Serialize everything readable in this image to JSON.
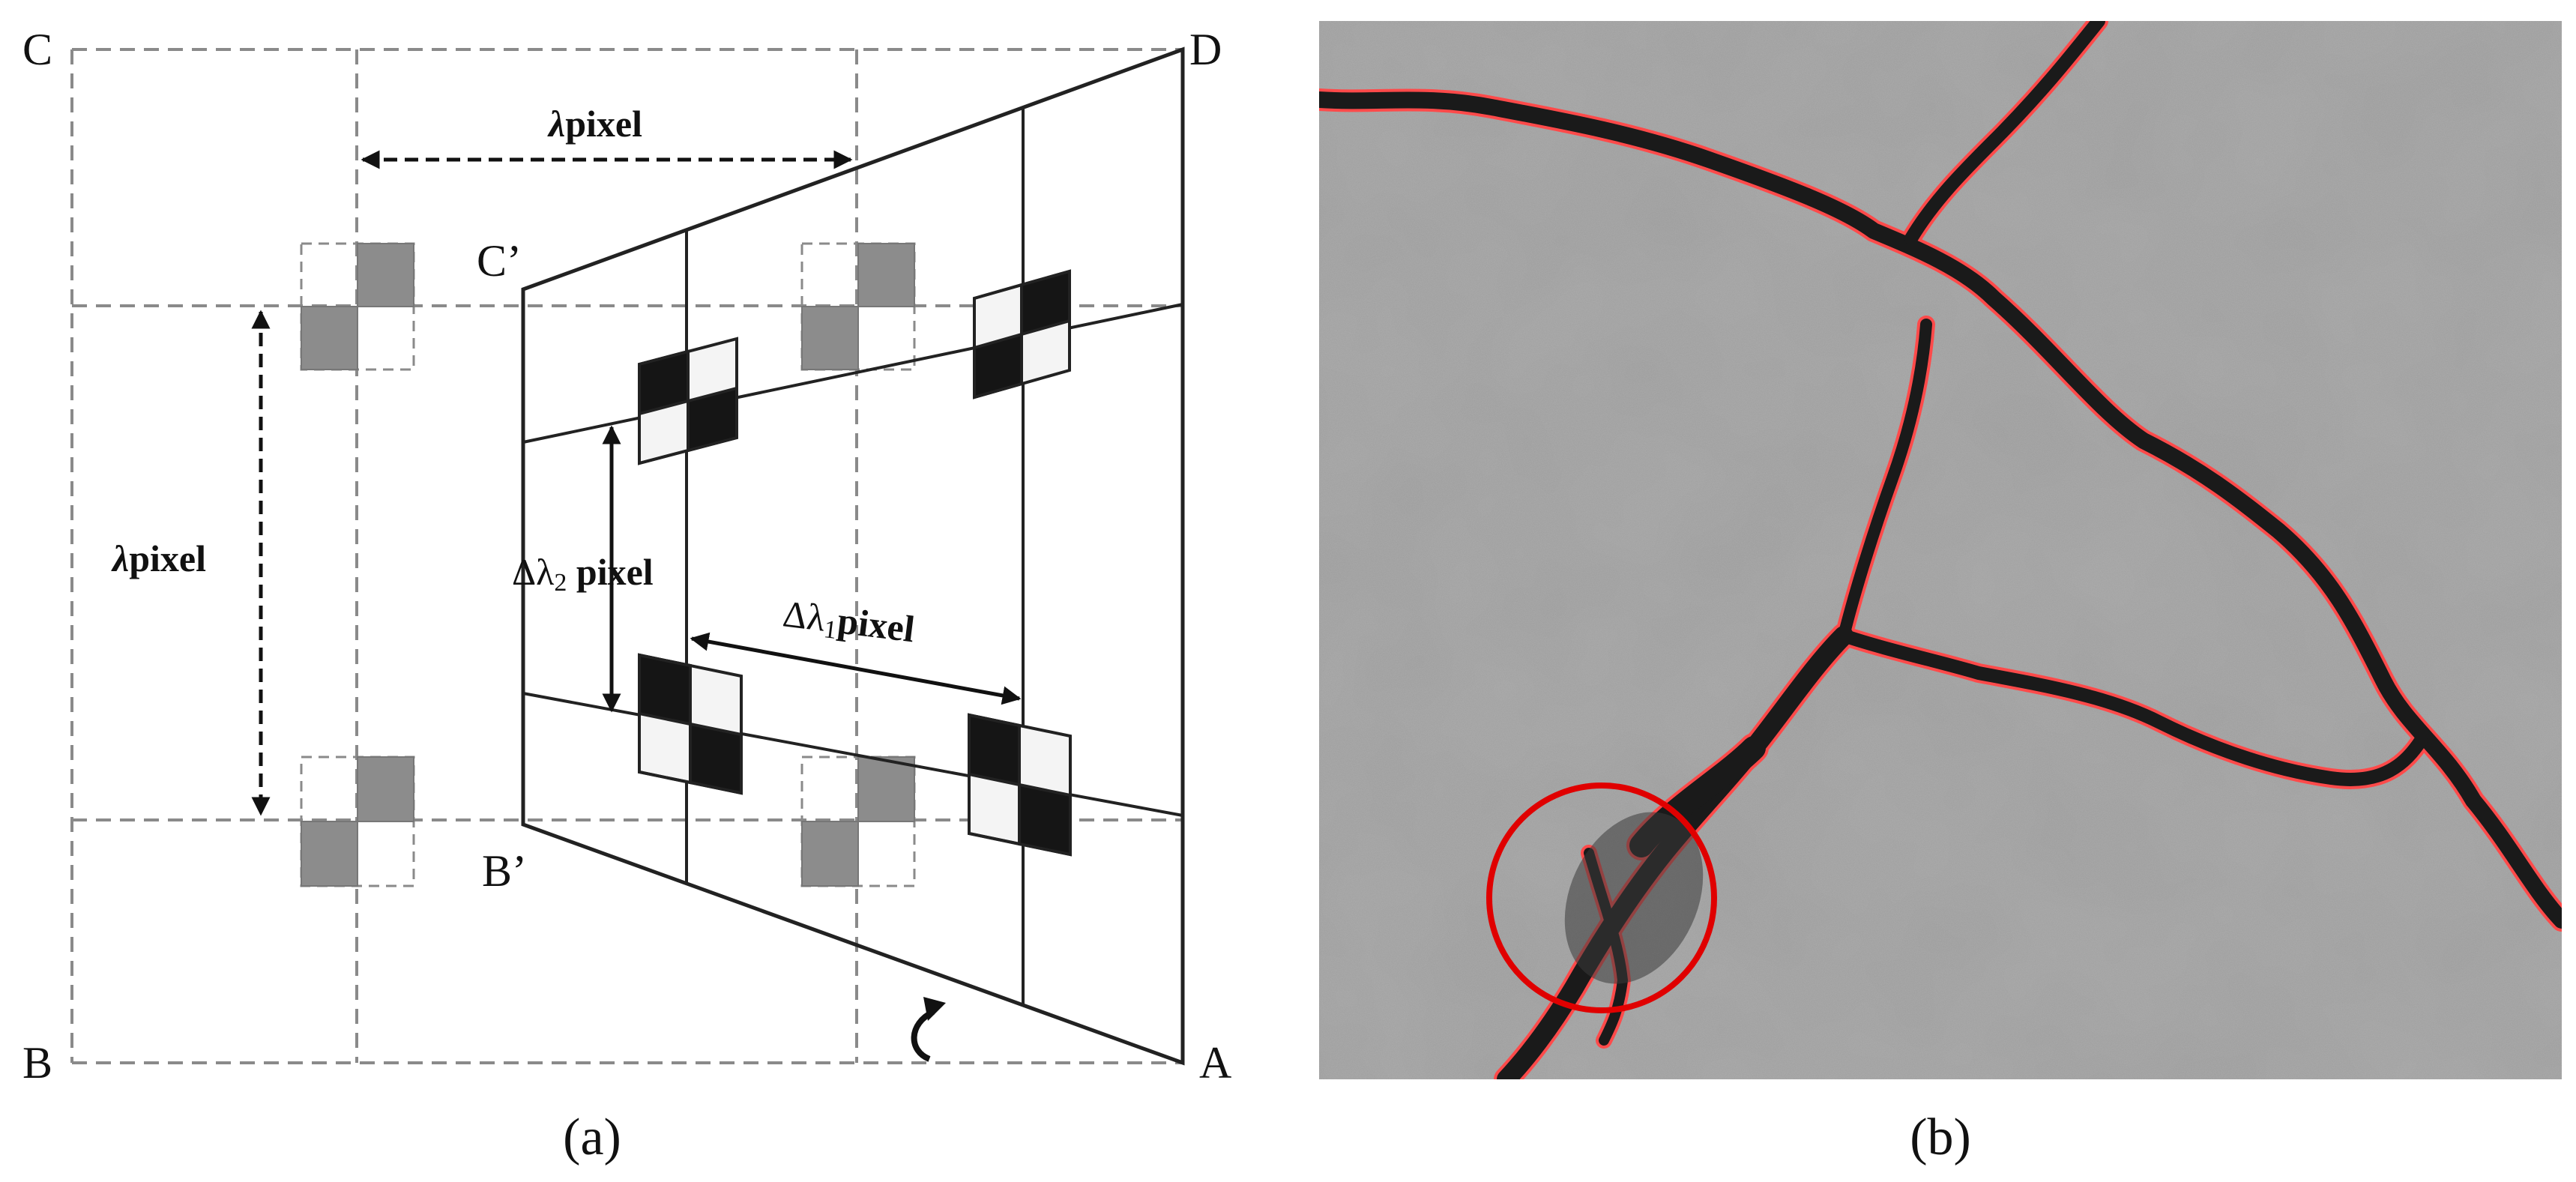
{
  "panel_a": {
    "corners": {
      "C": "C",
      "D": "D",
      "B": "B",
      "A": "A",
      "C_prime": "C’",
      "B_prime": "B’"
    },
    "dims": {
      "lambda_h_sym": "λ",
      "lambda_h_txt": "pixel",
      "lambda_v_sym": "λ",
      "lambda_v_txt": "pixel",
      "dl2_sym": "Δλ",
      "dl2_sub": "2",
      "dl2_txt": " pixel",
      "dl1_sym": "Δλ",
      "dl1_sub": "1",
      "dl1_txt": "pixel"
    },
    "caption": "(a)"
  },
  "panel_b": {
    "caption": "(b)",
    "colors": {
      "background": "#9a9a9a",
      "crack": "#1a1a1a",
      "edge": "#ff4a4a",
      "circle": "#e00000"
    }
  }
}
